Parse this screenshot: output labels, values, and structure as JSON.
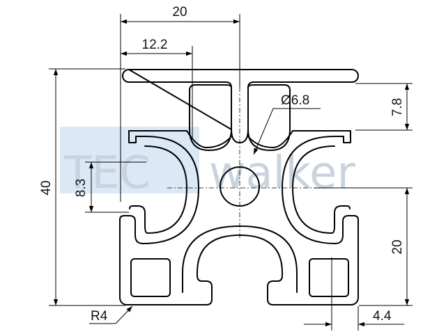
{
  "watermark": {
    "brand_left": "TEC",
    "brand_right": "walker",
    "box_color": "#cfe0f3",
    "text_color": "#c9d3df"
  },
  "dimensions": {
    "top_width": "20",
    "top_offset": "12.2",
    "bore_diameter": "Ø6.8",
    "slot_depth": "7.8",
    "height": "40",
    "slot_width": "8.3",
    "half_height": "20",
    "corner_radius": "R4",
    "edge_offset": "4.4"
  },
  "colors": {
    "outline": "#000000",
    "background": "#ffffff"
  }
}
